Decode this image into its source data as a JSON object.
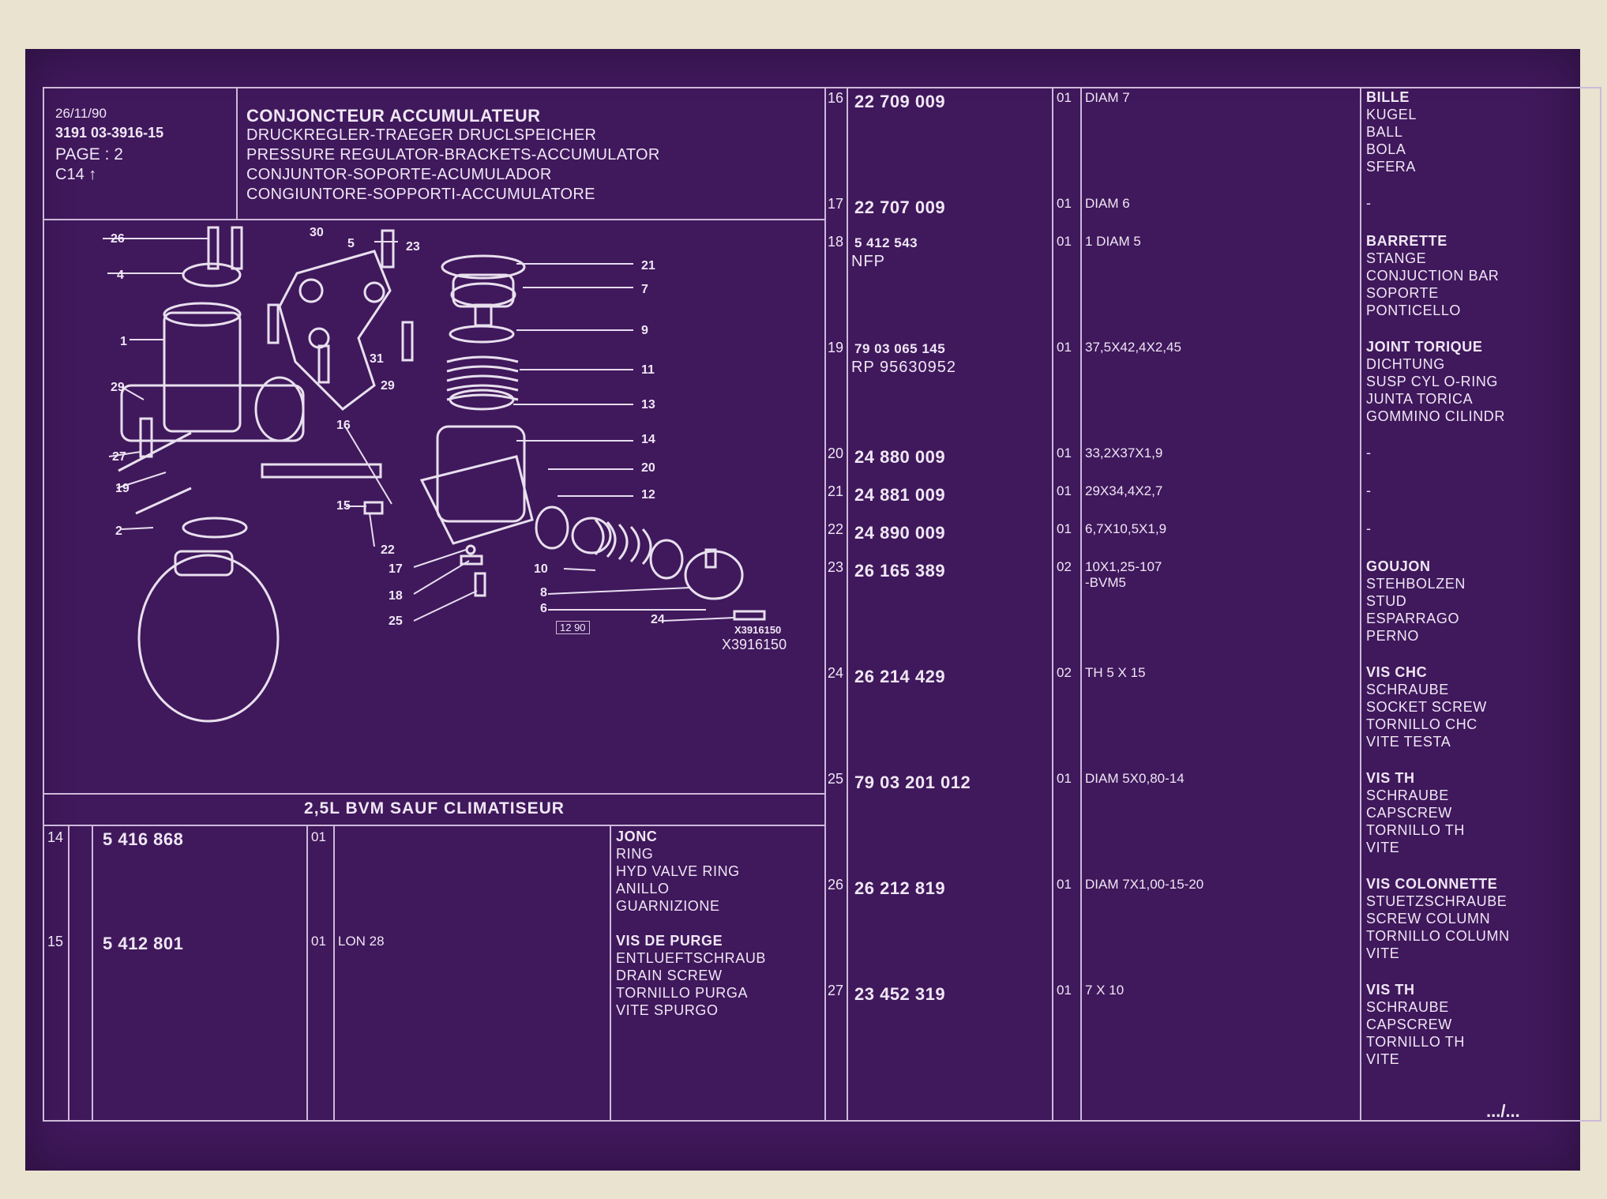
{
  "header": {
    "date": "26/11/90",
    "doc_ref": "3191 03-3916-15",
    "page": "PAGE : 2",
    "code": "C14",
    "title": "CONJONCTEUR ACCUMULATEUR",
    "subtitles": [
      "DRUCKREGLER-TRAEGER DRUCLSPEICHER",
      "PRESSURE REGULATOR-BRACKETS-ACCUMULATOR",
      "CONJUNTOR-SOPORTE-ACUMULADOR",
      "CONGIUNTORE-SOPPORTI-ACCUMULATORE"
    ]
  },
  "diagram": {
    "stamp": "12 90",
    "ref_small": "X3916150",
    "ref_large": "X3916150",
    "callouts": [
      "26",
      "30",
      "5",
      "23",
      "4",
      "21",
      "7",
      "9",
      "1",
      "31",
      "29",
      "11",
      "29",
      "13",
      "16",
      "14",
      "27",
      "20",
      "19",
      "12",
      "15",
      "2",
      "22",
      "10",
      "17",
      "8",
      "18",
      "6",
      "25",
      "24"
    ]
  },
  "section_label": "2,5L BVM SAUF CLIMATISEUR",
  "left_rows": [
    {
      "no": "14",
      "ref": "5 416 868",
      "sub": "",
      "qty": "01",
      "spec": "",
      "desc": [
        "JONC",
        "RING",
        "HYD VALVE RING",
        "ANILLO",
        "GUARNIZIONE"
      ]
    },
    {
      "no": "15",
      "ref": "5 412 801",
      "sub": "",
      "qty": "01",
      "spec": "LON 28",
      "desc": [
        "VIS DE PURGE",
        "ENTLUEFTSCHRAUB",
        "DRAIN SCREW",
        "TORNILLO PURGA",
        "VITE SPURGO"
      ]
    }
  ],
  "right_rows": [
    {
      "no": "16",
      "ref": "22 709 009",
      "sub": "",
      "qty": "01",
      "spec": "DIAM 7",
      "spec2": "",
      "desc": [
        "BILLE",
        "KUGEL",
        "BALL",
        "BOLA",
        "SFERA"
      ]
    },
    {
      "no": "17",
      "ref": "22 707 009",
      "sub": "",
      "qty": "01",
      "spec": "DIAM 6",
      "spec2": "",
      "desc": [
        "-"
      ]
    },
    {
      "no": "18",
      "ref": "5 412 543",
      "sub": "NFP",
      "qty": "01",
      "spec": "1 DIAM 5",
      "spec2": "",
      "desc": [
        "BARRETTE",
        "STANGE",
        "CONJUCTION BAR",
        "SOPORTE",
        "PONTICELLO"
      ]
    },
    {
      "no": "19",
      "ref": "79 03 065 145",
      "sub": "RP  95630952",
      "qty": "01",
      "spec": "37,5X42,4X2,45",
      "spec2": "",
      "desc": [
        "JOINT TORIQUE",
        "DICHTUNG",
        "SUSP CYL O-RING",
        "JUNTA TORICA",
        "GOMMINO CILINDR"
      ]
    },
    {
      "no": "20",
      "ref": "24 880 009",
      "sub": "",
      "qty": "01",
      "spec": "33,2X37X1,9",
      "spec2": "",
      "desc": [
        "-"
      ]
    },
    {
      "no": "21",
      "ref": "24 881 009",
      "sub": "",
      "qty": "01",
      "spec": "29X34,4X2,7",
      "spec2": "",
      "desc": [
        "-"
      ]
    },
    {
      "no": "22",
      "ref": "24 890 009",
      "sub": "",
      "qty": "01",
      "spec": "6,7X10,5X1,9",
      "spec2": "",
      "desc": [
        "-"
      ]
    },
    {
      "no": "23",
      "ref": "26 165 389",
      "sub": "",
      "qty": "02",
      "spec": "10X1,25-107",
      "spec2": "-BVM5",
      "desc": [
        "GOUJON",
        "STEHBOLZEN",
        "STUD",
        "ESPARRAGO",
        "PERNO"
      ]
    },
    {
      "no": "24",
      "ref": "26 214 429",
      "sub": "",
      "qty": "02",
      "spec": "TH 5 X 15",
      "spec2": "",
      "desc": [
        "VIS CHC",
        "SCHRAUBE",
        "SOCKET SCREW",
        "TORNILLO CHC",
        "VITE TESTA"
      ]
    },
    {
      "no": "25",
      "ref": "79 03 201 012",
      "sub": "",
      "qty": "01",
      "spec": "DIAM 5X0,80-14",
      "spec2": "",
      "desc": [
        "VIS TH",
        "SCHRAUBE",
        "CAPSCREW",
        "TORNILLO TH",
        "VITE"
      ]
    },
    {
      "no": "26",
      "ref": "26 212 819",
      "sub": "",
      "qty": "01",
      "spec": "DIAM 7X1,00-15-20",
      "spec2": "",
      "desc": [
        "VIS COLONNETTE",
        "STUETZSCHRAUBE",
        "SCREW COLUMN",
        "TORNILLO COLUMN",
        "VITE"
      ]
    },
    {
      "no": "27",
      "ref": "23 452 319",
      "sub": "",
      "qty": "01",
      "spec": "7 X 10",
      "spec2": "",
      "desc": [
        "VIS TH",
        "SCHRAUBE",
        "CAPSCREW",
        "TORNILLO TH",
        "VITE"
      ]
    }
  ],
  "continuation": ".../..."
}
